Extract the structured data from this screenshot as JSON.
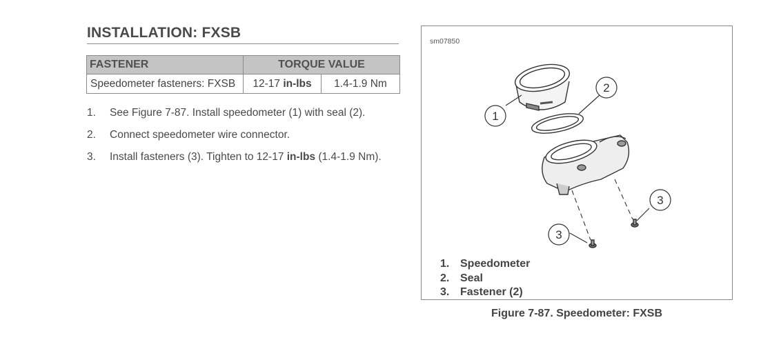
{
  "section": {
    "title": "INSTALLATION: FXSB"
  },
  "table": {
    "headers": [
      "FASTENER",
      "TORQUE VALUE"
    ],
    "row": {
      "fastener": "Speedometer fasteners: FXSB",
      "inlbs_value": "12-17",
      "inlbs_unit": "in-lbs",
      "nm": "1.4-1.9 Nm"
    }
  },
  "steps": [
    {
      "num": "1.",
      "text": "See Figure 7-87. Install speedometer (1) with seal (2)."
    },
    {
      "num": "2.",
      "text": "Connect speedometer wire connector."
    },
    {
      "num": "3.",
      "pre": "Install fasteners (3). Tighten to 12-17 ",
      "bold": "in-lbs",
      "post": " (1.4-1.9 Nm)."
    }
  ],
  "figure": {
    "id": "sm07850",
    "callouts": [
      "1",
      "2",
      "3",
      "3"
    ],
    "legend": [
      {
        "num": "1.",
        "label": "Speedometer"
      },
      {
        "num": "2.",
        "label": "Seal"
      },
      {
        "num": "3.",
        "label": "Fastener (2)"
      }
    ],
    "caption": "Figure 7-87. Speedometer: FXSB"
  }
}
